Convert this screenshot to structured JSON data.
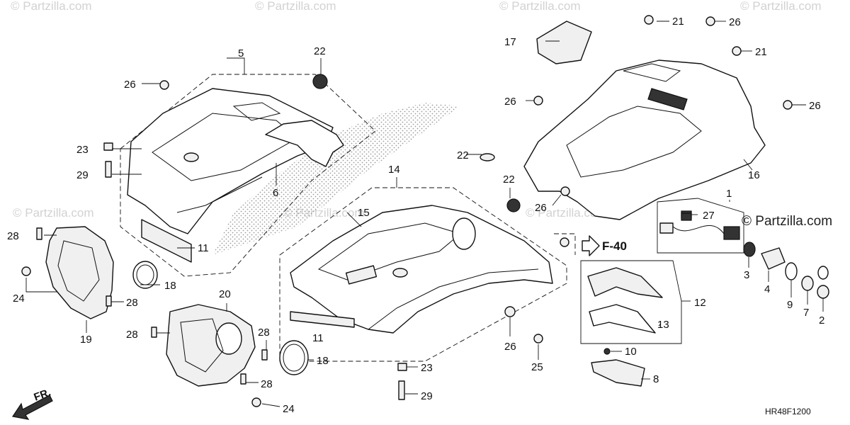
{
  "watermark": "© Partzilla.com",
  "copyright": "© Partzilla.com",
  "drawing_code": "HR48F1200",
  "reference": "F-40",
  "direction_label": "FR.",
  "callouts": {
    "c1": "1",
    "c2": "2",
    "c3": "3",
    "c4": "4",
    "c5": "5",
    "c6": "6",
    "c7": "7",
    "c8": "8",
    "c9": "9",
    "c10": "10",
    "c11a": "11",
    "c11b": "11",
    "c12": "12",
    "c13": "13",
    "c14": "14",
    "c15": "15",
    "c16": "16",
    "c17": "17",
    "c18a": "18",
    "c18b": "18",
    "c19": "19",
    "c20": "20",
    "c21a": "21",
    "c21b": "21",
    "c22a": "22",
    "c22b": "22",
    "c22c": "22",
    "c23a": "23",
    "c23b": "23",
    "c24a": "24",
    "c24b": "24",
    "c25": "25",
    "c26a": "26",
    "c26b": "26",
    "c26c": "26",
    "c26d": "26",
    "c26e": "26",
    "c26f": "26",
    "c27": "27",
    "c28a": "28",
    "c28b": "28",
    "c28c": "28",
    "c28d": "28",
    "c28e": "28",
    "c29a": "29",
    "c29b": "29"
  }
}
